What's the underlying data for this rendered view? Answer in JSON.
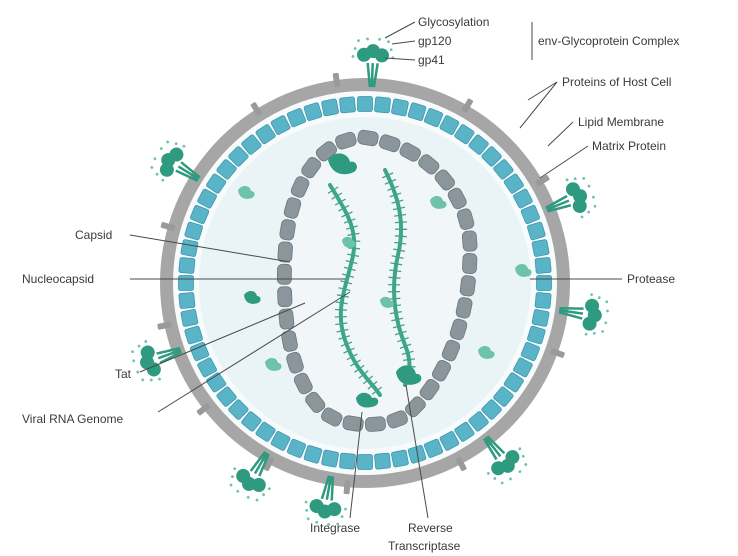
{
  "colors": {
    "outer_membrane": "#a6a6a6",
    "matrix_protein": "#5ab4c8",
    "matrix_stroke": "#3f97ad",
    "interior": "#eaf4f6",
    "capsid": "#8a969b",
    "capsid_stroke": "#6d787d",
    "envelope_protein": "#2e9a7f",
    "envelope_light": "#6cc3a8",
    "rna": "#3ea58a",
    "host_protein": "#9a9a9a",
    "label_line": "#4a4a4a",
    "label_text": "#3a3a3a"
  },
  "labels": {
    "glycosylation": "Glycosylation",
    "gp120": "gp120",
    "gp41": "gp41",
    "env_complex": "env-Glycoprotein Complex",
    "host_proteins": "Proteins of Host Cell",
    "lipid_membrane": "Lipid Membrane",
    "matrix_protein": "Matrix Protein",
    "capsid": "Capsid",
    "nucleocapsid": "Nucleocapsid",
    "protease": "Protease",
    "tat": "Tat",
    "viral_rna": "Viral RNA Genome",
    "integrase": "Integrase",
    "reverse": "Reverse",
    "transcriptase": "Transcriptase"
  }
}
